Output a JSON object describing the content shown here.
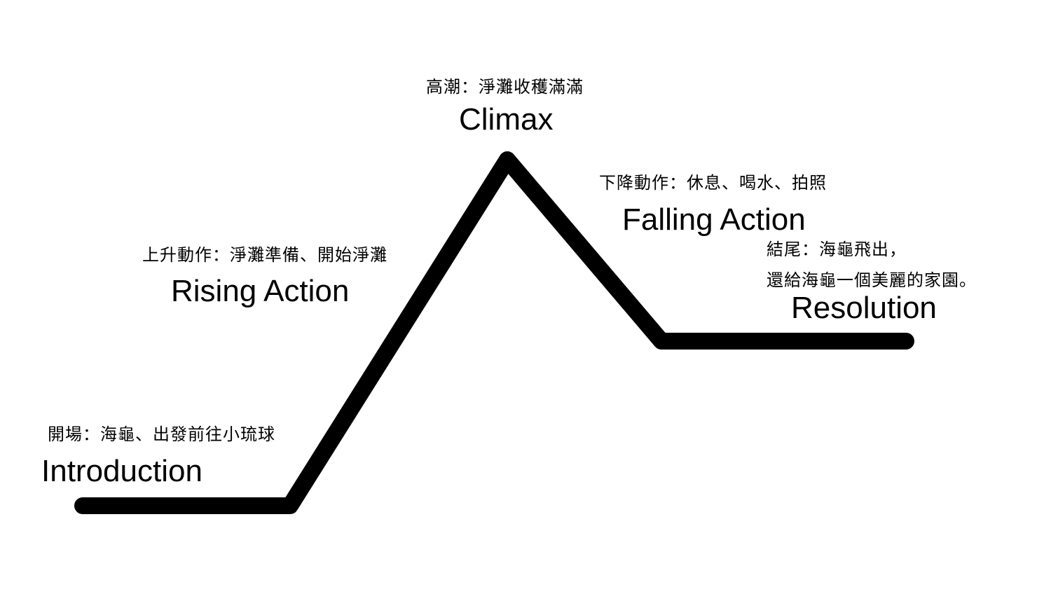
{
  "stages": {
    "introduction": {
      "title": "Introduction",
      "note": "開場：海龜、出發前往小琉球"
    },
    "rising_action": {
      "title": "Rising Action",
      "note": "上升動作：淨灘準備、開始淨灘"
    },
    "climax": {
      "title": "Climax",
      "note": "高潮：淨灘收穫滿滿"
    },
    "falling_action": {
      "title": "Falling Action",
      "note": "下降動作：休息、喝水、拍照"
    },
    "resolution": {
      "title": "Resolution",
      "note_line1": "結尾：海龜飛出，",
      "note_line2": "還給海龜一個美麗的家園。"
    }
  },
  "colors": {
    "line": "#000000",
    "background": "#ffffff",
    "text": "#000000"
  }
}
